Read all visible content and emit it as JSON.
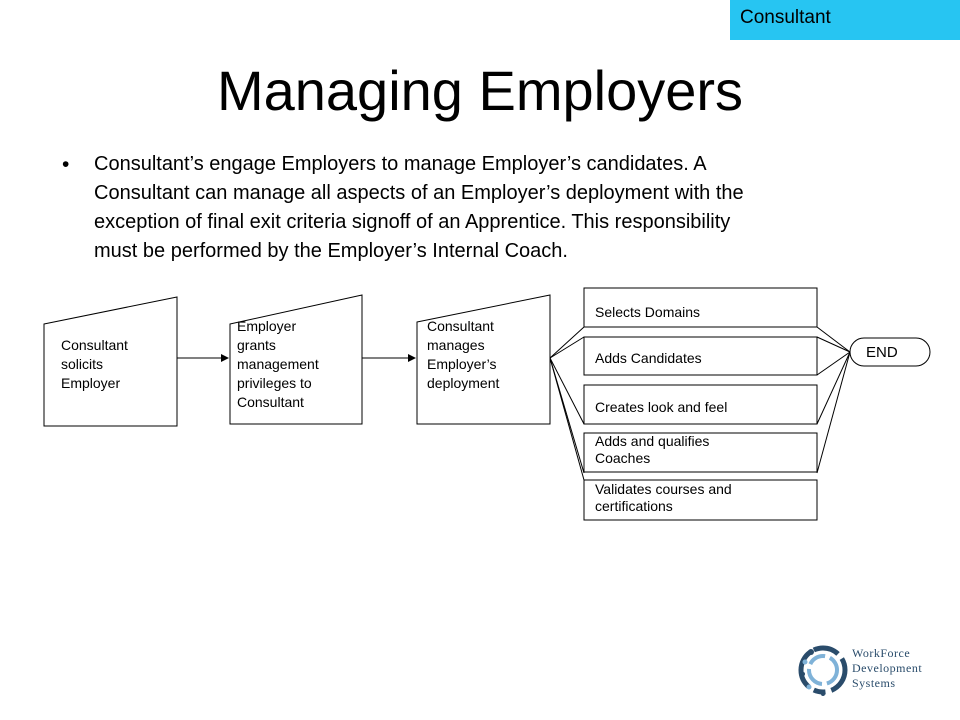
{
  "tag": "Consultant",
  "title": "Managing Employers",
  "bullet": {
    "marker": "•",
    "text": "Consultant’s engage Employers to manage Employer’s candidates. A\nConsultant can manage all aspects of an Employer’s deployment with the\nexception of final exit criteria signoff of an Apprentice.  This responsibility\nmust be performed by the Employer’s Internal Coach."
  },
  "flow": {
    "step1": "Consultant\nsolicits\nEmployer",
    "step2": "Employer\ngrants\nmanagement\nprivileges to\nConsultant",
    "step3": "Consultant\nmanages\nEmployer’s\ndeployment",
    "tasks": [
      "Selects Domains",
      "Adds Candidates",
      "Creates look and feel",
      "Adds and qualifies\nCoaches",
      "Validates courses and\ncertifications"
    ],
    "end": "END"
  },
  "logo": {
    "line1": "WorkForce",
    "line2": "Development",
    "line3": "Systems"
  },
  "colors": {
    "tag_bg": "#27c5f2",
    "logo_text": "#2a4c6b"
  }
}
